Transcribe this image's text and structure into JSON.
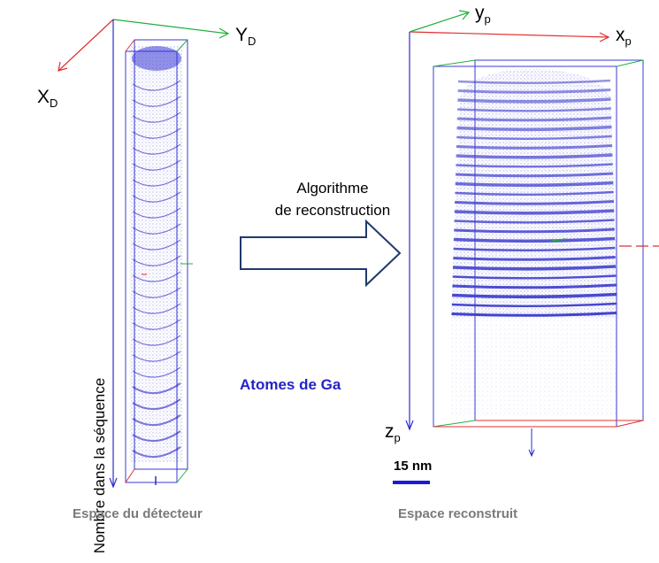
{
  "detector_space": {
    "axis_y": "Y",
    "axis_y_sub": "D",
    "axis_x": "X",
    "axis_x_sub": "D",
    "vertical_label": "Nombre dans la séquence",
    "caption": "Espace du détecteur"
  },
  "reconstructed_space": {
    "axis_y": "y",
    "axis_y_sub": "p",
    "axis_x": "x",
    "axis_x_sub": "p",
    "axis_z": "z",
    "axis_z_sub": "p",
    "scale_bar": "15 nm",
    "caption": "Espace reconstruit"
  },
  "arrow_label": {
    "line1": "Algorithme",
    "line2": "de reconstruction"
  },
  "species_label": "Atomes de Ga",
  "colors": {
    "atoms": "#3a3ad6",
    "axis_red": "#e03030",
    "axis_green": "#20b040",
    "axis_blue": "#2b2bd0",
    "caption": "#7a7a7a"
  }
}
